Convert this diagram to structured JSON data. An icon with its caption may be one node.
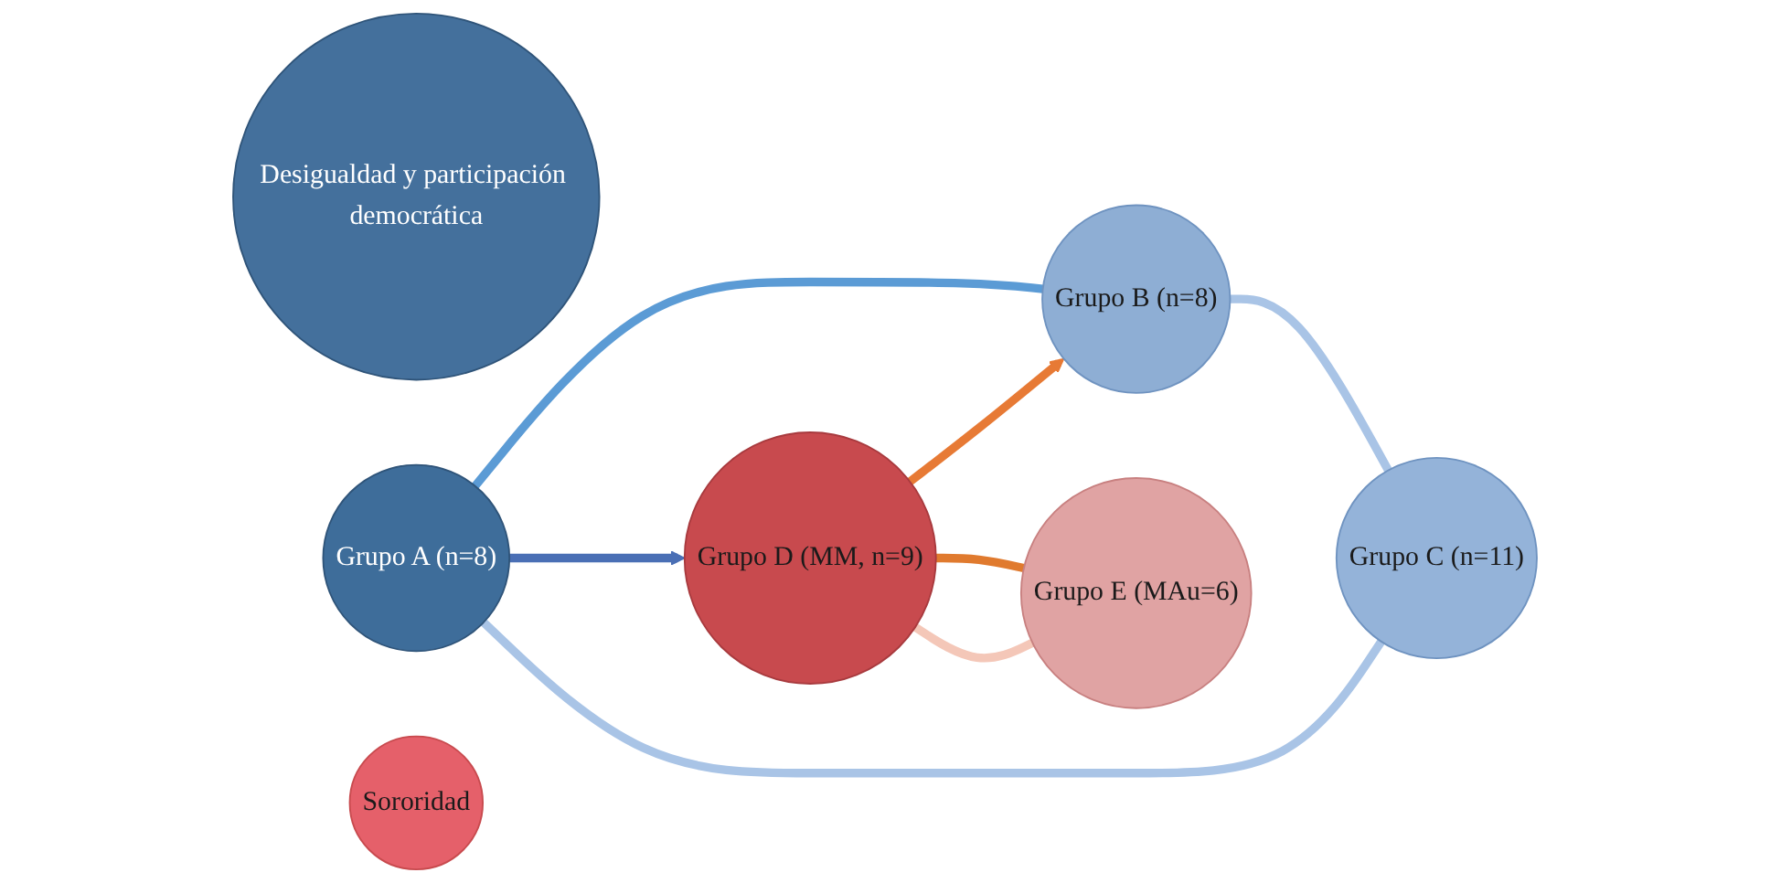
{
  "diagram": {
    "nodes": [
      {
        "text": [
          "Desigualdad y participación democrática"
        ]
      },
      {
        "text": [
          "Grupo A (n=8)"
        ]
      },
      {
        "text": [
          "Grupo B (n=8)"
        ]
      },
      {
        "text": [
          "Grupo C (n=11)"
        ]
      },
      {
        "text": [
          "Sororidad"
        ]
      },
      {
        "text": [
          "Grupo D (MM, n=9)"
        ]
      },
      {
        "text": [
          "Grupo E (MAu=6)"
        ]
      }
    ],
    "edges": [
      {
        "from": 1,
        "to": 2,
        "arrow": "none",
        "color": "#5b9bd5"
      },
      {
        "from": 2,
        "to": 3,
        "arrow": "none",
        "color": "#a9c4e6"
      },
      {
        "from": 3,
        "to": 1,
        "arrow": "none",
        "color": "#a9c4e6"
      },
      {
        "from": 5,
        "to": 6,
        "arrow": "none",
        "color": "#e07a2e"
      },
      {
        "from": 6,
        "to": 5,
        "arrow": "none",
        "color": "#f4c7b8"
      },
      {
        "from": 1,
        "to": 5,
        "arrow": "to",
        "color": "#4a6fb5"
      },
      {
        "from": 5,
        "to": 2,
        "arrow": "to",
        "color": "#e77a35"
      }
    ]
  }
}
